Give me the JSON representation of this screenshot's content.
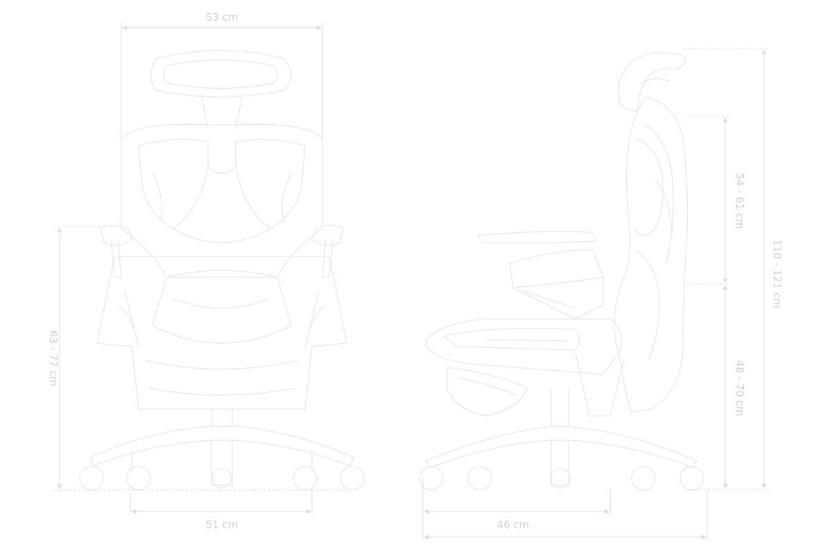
{
  "colors": {
    "background": "#ffffff",
    "line": "#e7e7e7",
    "dim": "#dcdcdc",
    "text": "#d0d0d0"
  },
  "front": {
    "dim_width": "53 cm",
    "dim_base": "51 cm",
    "dim_arm_height": "63 - 77 cm"
  },
  "side": {
    "dim_depth": "46 cm",
    "dim_back": "54 - 61 cm",
    "dim_seat_height": "48 - 70 cm",
    "dim_total_height": "110 - 121 cm"
  }
}
